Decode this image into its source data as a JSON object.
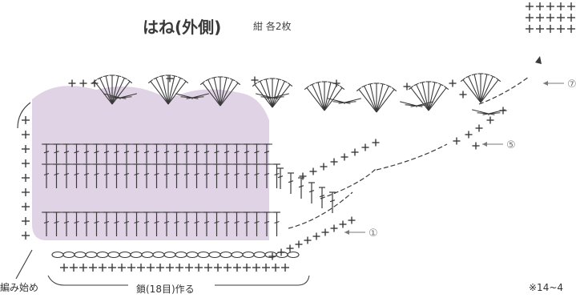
{
  "title": "はね(外側)",
  "note": "紺 各2枚",
  "labels": {
    "start": "編み始め",
    "chain": "鎖(18目)作る",
    "page_ref": "※14~4"
  },
  "row_markers": [
    "①",
    "⑤",
    "⑦"
  ],
  "colors": {
    "shade": "#d8c8de",
    "ink": "#3a3a3a",
    "grey": "#7a7a7a"
  }
}
